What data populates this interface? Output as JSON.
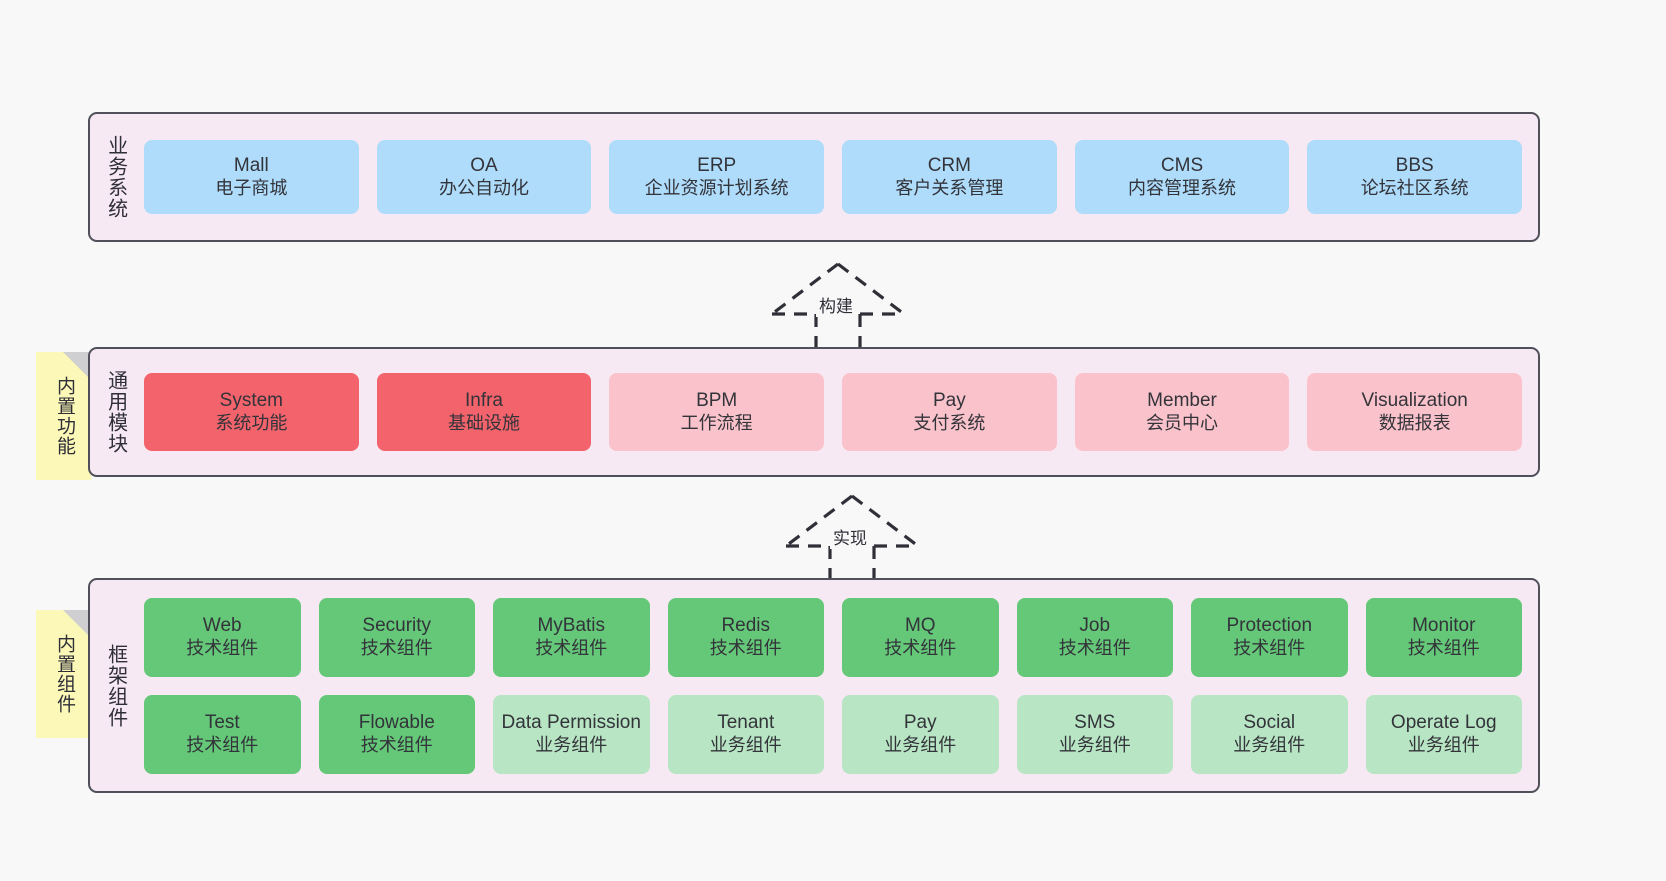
{
  "diagram": {
    "title": "",
    "colors": {
      "background": "#F8F8F8",
      "panel": "#F7E9F3",
      "panel_border": "#50505a",
      "business_card": "#AEDCFA",
      "module_active": "#F2636B",
      "module_plain": "#FAC3CB",
      "tech_component": "#64C878",
      "biz_component": "#B8E6C4",
      "sticky_note": "#FCF8B8",
      "sticky_fold": "#CFCFD2"
    }
  },
  "layers": {
    "business": {
      "title": "业务系统",
      "cards": [
        {
          "en": "Mall",
          "cn": "电子商城"
        },
        {
          "en": "OA",
          "cn": "办公自动化"
        },
        {
          "en": "ERP",
          "cn": "企业资源计划系统"
        },
        {
          "en": "CRM",
          "cn": "客户关系管理"
        },
        {
          "en": "CMS",
          "cn": "内容管理系统"
        },
        {
          "en": "BBS",
          "cn": "论坛社区系统"
        }
      ]
    },
    "modules": {
      "title": "通用模块",
      "note": "内置功能",
      "cards": [
        {
          "en": "System",
          "cn": "系统功能",
          "style": "c-red"
        },
        {
          "en": "Infra",
          "cn": "基础设施",
          "style": "c-red"
        },
        {
          "en": "BPM",
          "cn": "工作流程",
          "style": "c-pink"
        },
        {
          "en": "Pay",
          "cn": "支付系统",
          "style": "c-pink"
        },
        {
          "en": "Member",
          "cn": "会员中心",
          "style": "c-pink"
        },
        {
          "en": "Visualization",
          "cn": "数据报表",
          "style": "c-pink"
        }
      ]
    },
    "framework": {
      "title": "框架组件",
      "note": "内置组件",
      "row1": [
        {
          "en": "Web",
          "cn": "技术组件"
        },
        {
          "en": "Security",
          "cn": "技术组件"
        },
        {
          "en": "MyBatis",
          "cn": "技术组件"
        },
        {
          "en": "Redis",
          "cn": "技术组件"
        },
        {
          "en": "MQ",
          "cn": "技术组件"
        },
        {
          "en": "Job",
          "cn": "技术组件"
        },
        {
          "en": "Protection",
          "cn": "技术组件"
        },
        {
          "en": "Monitor",
          "cn": "技术组件"
        }
      ],
      "row2": [
        {
          "en": "Test",
          "cn": "技术组件",
          "style": "c-green"
        },
        {
          "en": "Flowable",
          "cn": "技术组件",
          "style": "c-green"
        },
        {
          "en": "Data Permission",
          "cn": "业务组件",
          "style": "c-lightgreen"
        },
        {
          "en": "Tenant",
          "cn": "业务组件",
          "style": "c-lightgreen"
        },
        {
          "en": "Pay",
          "cn": "业务组件",
          "style": "c-lightgreen"
        },
        {
          "en": "SMS",
          "cn": "业务组件",
          "style": "c-lightgreen"
        },
        {
          "en": "Social",
          "cn": "业务组件",
          "style": "c-lightgreen"
        },
        {
          "en": "Operate Log",
          "cn": "业务组件",
          "style": "c-lightgreen"
        }
      ]
    }
  },
  "connectors": [
    {
      "id": "build",
      "label": "构建",
      "from": "通用模块",
      "to": "业务系统",
      "style": "dashed-generalization-up"
    },
    {
      "id": "realize",
      "label": "实现",
      "from": "框架组件",
      "to": "通用模块",
      "style": "dashed-generalization-up"
    }
  ]
}
